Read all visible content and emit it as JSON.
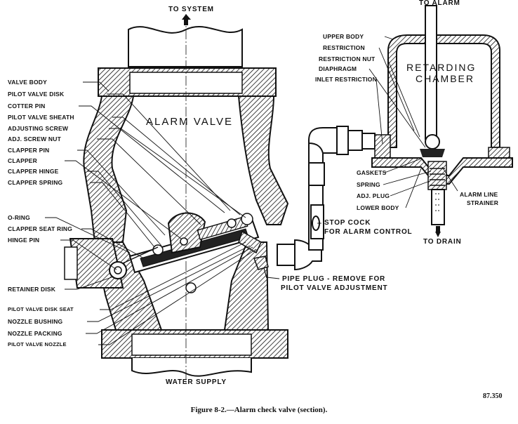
{
  "title": "ALARM VALVE",
  "chamber": {
    "line1": "RETARDING",
    "line2": "CHAMBER"
  },
  "flows": {
    "to_system": "TO SYSTEM",
    "to_alarm": "TO ALARM",
    "water_supply": "WATER SUPPLY",
    "to_drain": "TO DRAIN"
  },
  "left_labels": [
    "VALVE BODY",
    "PILOT VALVE DISK",
    "COTTER PIN",
    "PILOT VALVE SHEATH",
    "ADJUSTING SCREW",
    "ADJ. SCREW NUT",
    "CLAPPER PIN",
    "CLAPPER",
    "CLAPPER HINGE",
    "CLAPPER SPRING",
    "O-RING",
    "CLAPPER SEAT RING",
    "HINGE PIN",
    "RETAINER DISK",
    "PILOT VALVE DISK SEAT",
    "NOZZLE BUSHING",
    "NOZZLE PACKING",
    "PILOT VALVE NOZZLE"
  ],
  "chamber_labels_top": [
    "UPPER BODY",
    "RESTRICTION",
    "RESTRICTION NUT",
    "DIAPHRAGM",
    "INLET RESTRICTION"
  ],
  "chamber_labels_bottom": [
    "GASKETS",
    "SPRING",
    "ADJ. PLUG",
    "LOWER BODY"
  ],
  "strainer_label": {
    "line1": "ALARM LINE",
    "line2": "STRAINER"
  },
  "stop_cock": {
    "line1": "STOP COCK",
    "line2": "FOR ALARM CONTROL"
  },
  "pipe_plug": {
    "line1": "PIPE PLUG - REMOVE FOR",
    "line2": "PILOT VALVE ADJUSTMENT"
  },
  "figure_number": "87.350",
  "caption": "Figure 8-2.—Alarm check valve (section)."
}
